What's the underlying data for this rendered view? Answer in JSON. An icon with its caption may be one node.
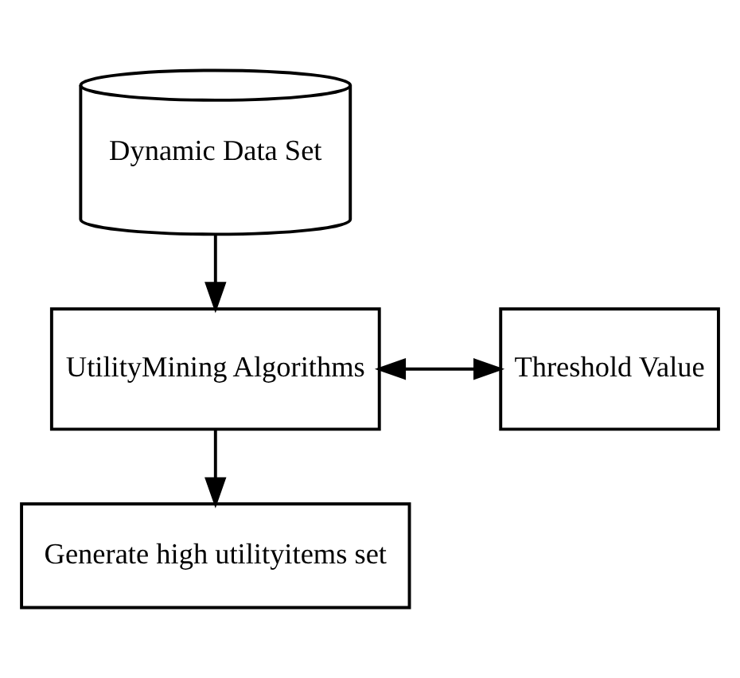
{
  "diagram": {
    "nodes": [
      {
        "text": [
          "Dynamic Data Set"
        ]
      },
      {
        "text": [
          "UtilityMining Algorithms"
        ]
      },
      {
        "text": [
          "Threshold Value"
        ]
      },
      {
        "text": [
          "Generate high utilityitems set"
        ]
      }
    ],
    "edges": [
      {
        "from": 0,
        "to": 1,
        "arrow": "to"
      },
      {
        "from": 1,
        "to": 2,
        "arrow": "both"
      },
      {
        "from": 1,
        "to": 3,
        "arrow": "to"
      }
    ]
  }
}
